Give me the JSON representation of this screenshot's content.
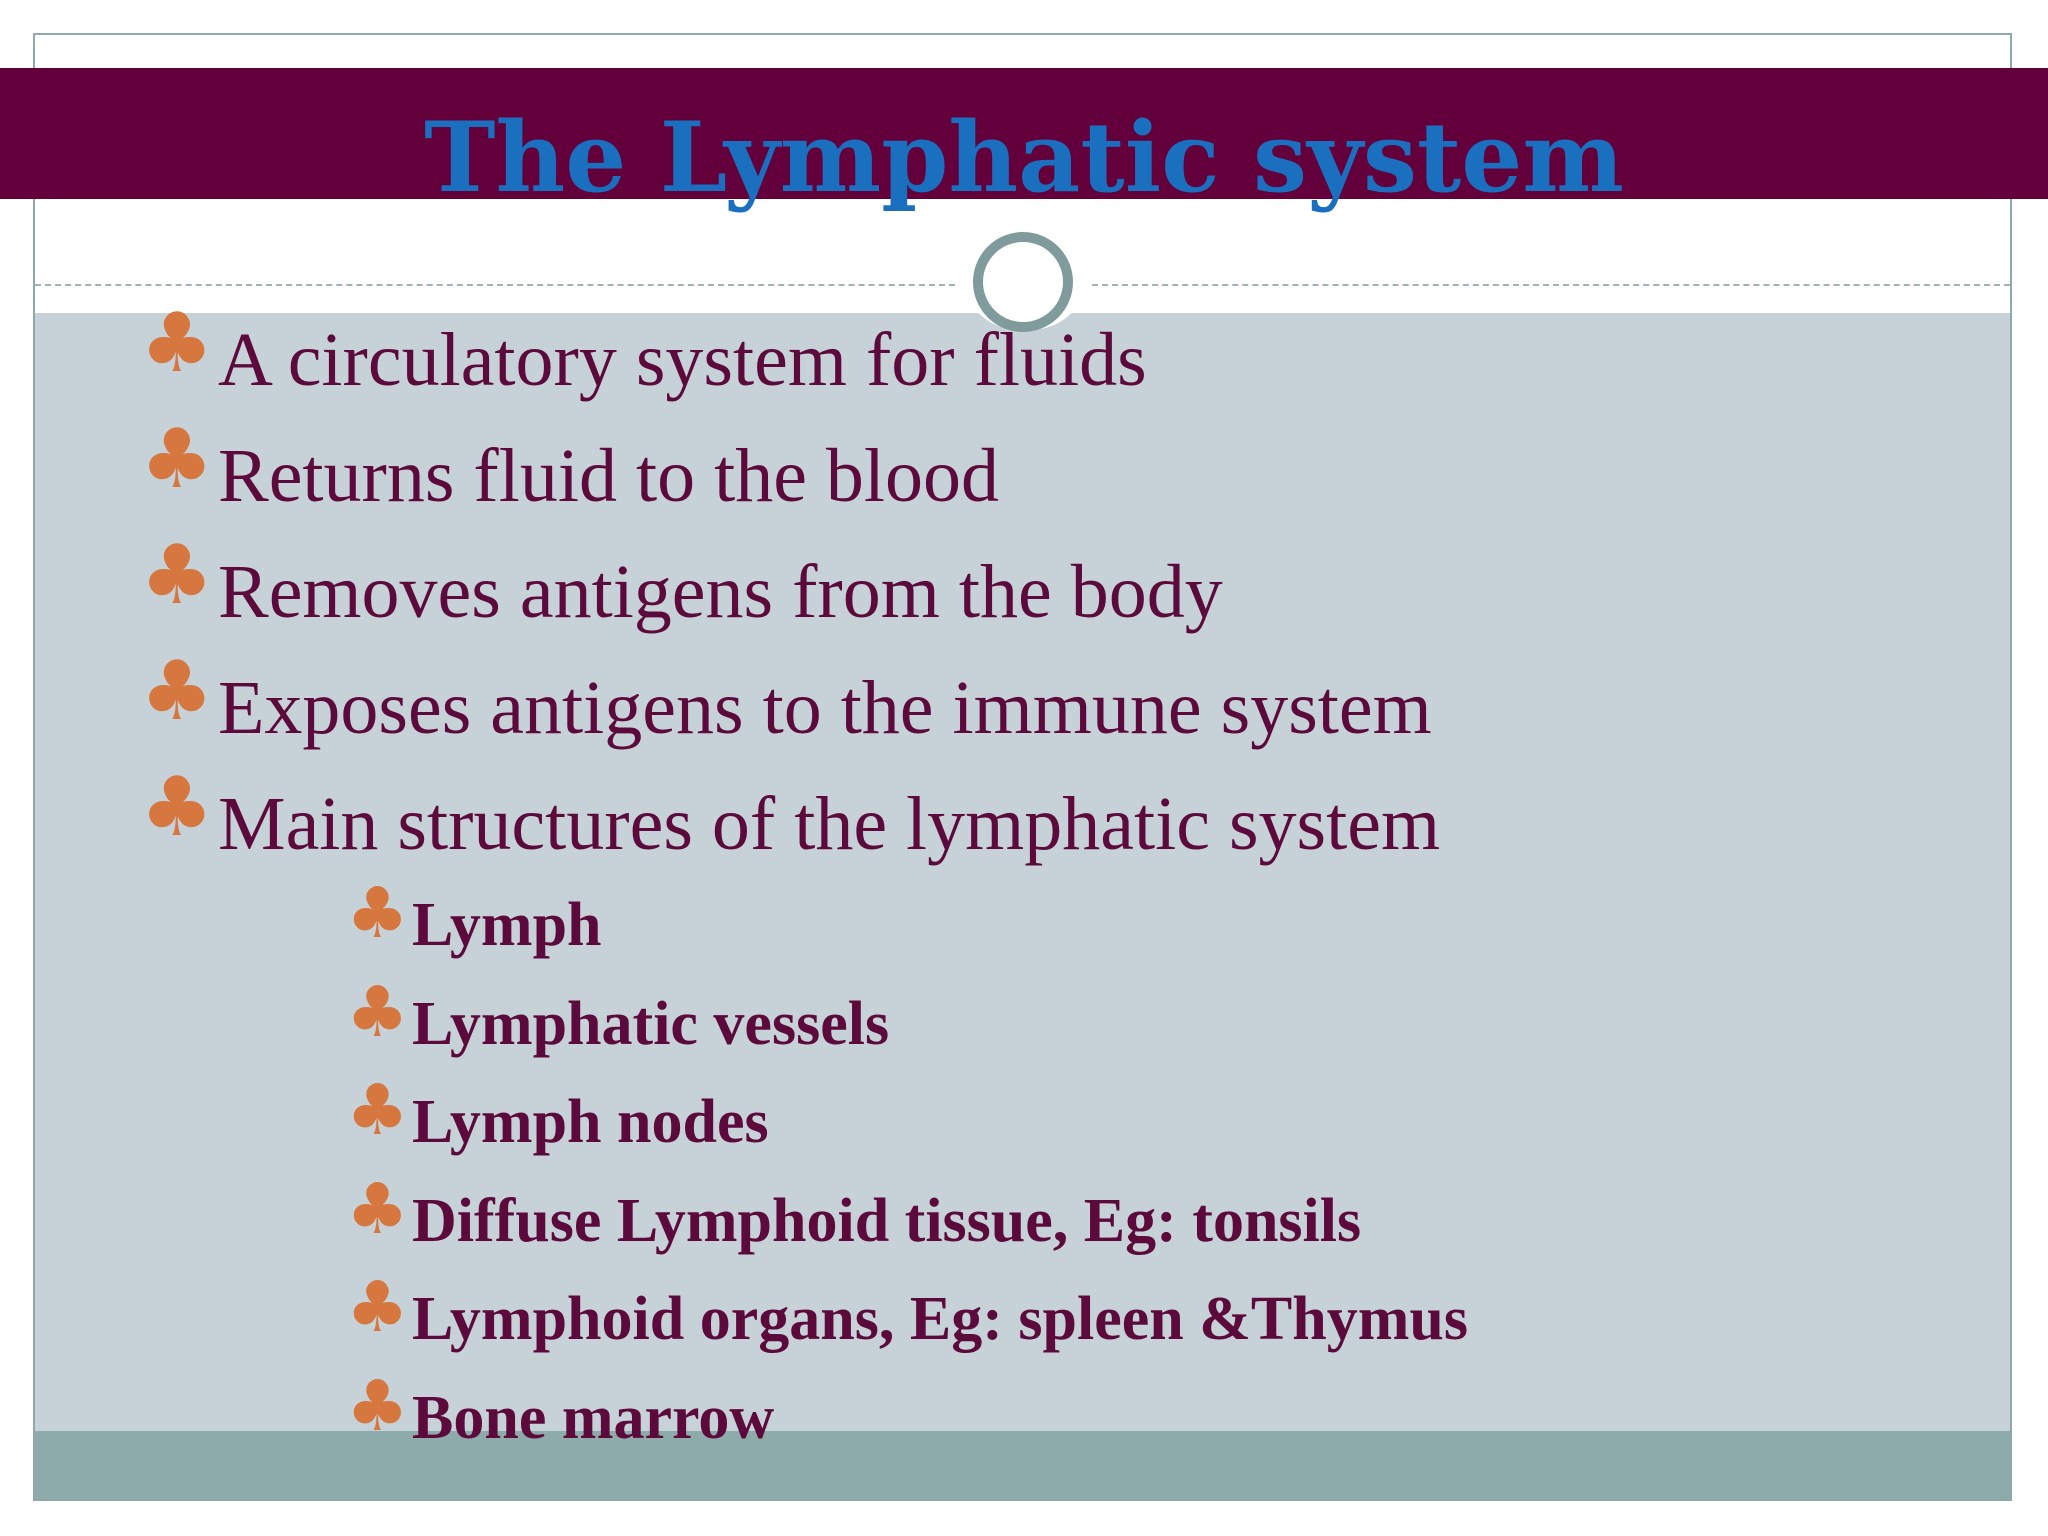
{
  "slide": {
    "title": "The Lymphatic system",
    "bullet_icon": "club-icon",
    "colors": {
      "title_band": "#63003c",
      "title_text": "#1a6fbf",
      "content_panel": "#c6d2d8",
      "footer_band": "#8eabab",
      "bullet": "#d5773f",
      "body_text": "#5c0a3c"
    },
    "bullets": [
      "A circulatory system for fluids",
      "Returns fluid to the blood",
      "Removes antigens from the body",
      "Exposes antigens to the immune system",
      "Main structures of the lymphatic system"
    ],
    "sub_bullets": [
      "Lymph",
      "Lymphatic vessels",
      "Lymph nodes",
      "Diffuse Lymphoid tissue, Eg: tonsils",
      "Lymphoid organs, Eg: spleen &Thymus",
      "Bone marrow"
    ]
  }
}
